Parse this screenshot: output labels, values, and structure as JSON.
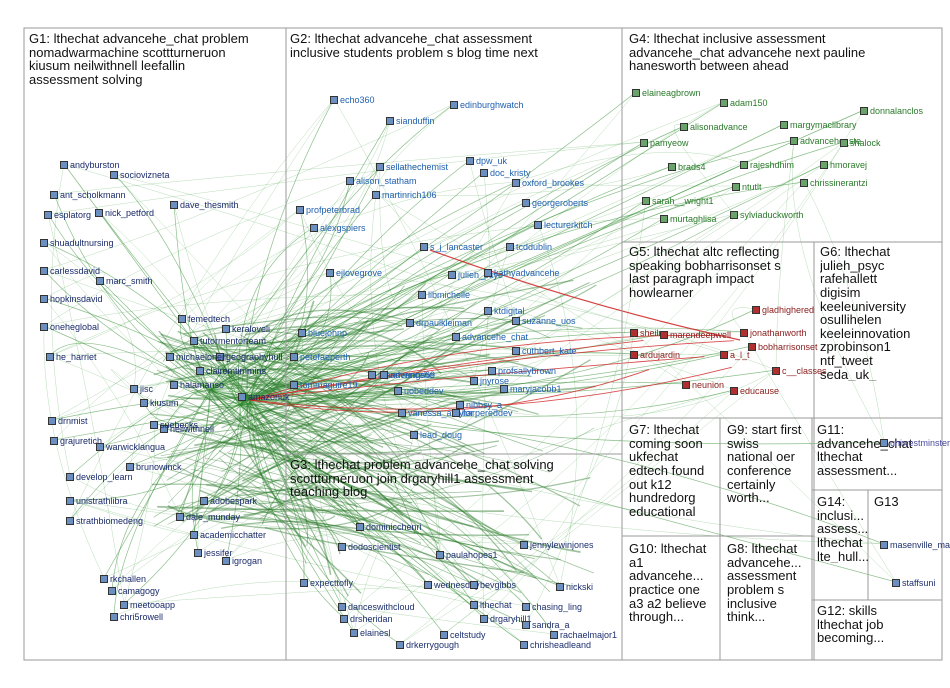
{
  "groups": [
    {
      "id": "G1",
      "label": "G1: lthechat advancehe_chat problem\nnomadwarmachine scottturneruon\nkiusum neilwithnell leefallin\nassessment solving"
    },
    {
      "id": "G2",
      "label": "G2: lthechat advancehe_chat assessment\ninclusive students problem s blog time next"
    },
    {
      "id": "G3",
      "label": "G3: lthechat problem advancehe_chat solving\nscottturneruon join drgaryhill1 assessment\nteaching blog"
    },
    {
      "id": "G4",
      "label": "G4: lthechat inclusive assessment\nadvancehe_chat advancehe next pauline\nhanesworth between ahead"
    },
    {
      "id": "G5",
      "label": "G5: lthechat altc reflecting\nspeaking bobharrisonset s\nlast paragraph impact\nhowlearner"
    },
    {
      "id": "G6",
      "label": "G6: lthechat\njulieh_psyc\nrafehallett\ndigisim\nkeeleuniversity\nosullihelen\nkeeleinnovation\nzprobinson1\nntf_tweet\nseda_uk_"
    },
    {
      "id": "G7",
      "label": "G7: lthechat\ncoming soon\nukfechat\nedtech found\nout k12\nhundredorg\neducational"
    },
    {
      "id": "G8",
      "label": "G8: lthechat\nadvancehe...\nassessment\nproblem s\ninclusive\nthink..."
    },
    {
      "id": "G9",
      "label": "G9: start first\nswiss\nnational oer\nconference\ncertainly\nworth..."
    },
    {
      "id": "G10",
      "label": "G10: lthechat\na1\nadvancehe...\npractice one\na3 a2 believe\nthrough..."
    },
    {
      "id": "G11",
      "label": "G11:\nadvancehe_chat\nlthechat\nassessment..."
    },
    {
      "id": "G12",
      "label": "G12: skills\nlthechat job\nbecoming..."
    },
    {
      "id": "G13",
      "label": "G13"
    },
    {
      "id": "G14",
      "label": "G14:\ninclusi...\nassess...\nlthechat\nlte_hull..."
    }
  ],
  "nodes": [
    {
      "name": "andyburston",
      "group": "G1"
    },
    {
      "name": "sociovizneta",
      "group": "G1"
    },
    {
      "name": "ant_scholkmann",
      "group": "G1"
    },
    {
      "name": "esplatorg",
      "group": "G1"
    },
    {
      "name": "nick_petford",
      "group": "G1"
    },
    {
      "name": "dave_thesmith",
      "group": "G1"
    },
    {
      "name": "shuadultnursing",
      "group": "G1"
    },
    {
      "name": "carlessdavid",
      "group": "G1"
    },
    {
      "name": "marc_smith",
      "group": "G1"
    },
    {
      "name": "hopkinsdavid",
      "group": "G1"
    },
    {
      "name": "oneheglobal",
      "group": "G1"
    },
    {
      "name": "he_harriet",
      "group": "G1"
    },
    {
      "name": "drnmist",
      "group": "G1"
    },
    {
      "name": "grajuretich",
      "group": "G1"
    },
    {
      "name": "develop_learn",
      "group": "G1"
    },
    {
      "name": "unistrathlibra",
      "group": "G1"
    },
    {
      "name": "strathbiomedeng",
      "group": "G1"
    },
    {
      "name": "rkchallen",
      "group": "G1"
    },
    {
      "name": "camagogy",
      "group": "G1"
    },
    {
      "name": "meetooapp",
      "group": "G1"
    },
    {
      "name": "chri5rowell",
      "group": "G1"
    },
    {
      "name": "jisc",
      "group": "G1"
    },
    {
      "name": "kiusum",
      "group": "G1"
    },
    {
      "name": "amazonuk",
      "group": "G1"
    },
    {
      "name": "neilwithnell",
      "group": "G1"
    },
    {
      "name": "tutormentorteam",
      "group": "G1"
    },
    {
      "name": "geographyhull",
      "group": "G1"
    },
    {
      "name": "femedtech",
      "group": "G1"
    },
    {
      "name": "keraloveli",
      "group": "G1"
    },
    {
      "name": "dale_munday",
      "group": "G1"
    },
    {
      "name": "jessifer",
      "group": "G1"
    },
    {
      "name": "igrogan",
      "group": "G1"
    },
    {
      "name": "academicchatter",
      "group": "G1"
    },
    {
      "name": "adobespark",
      "group": "G1"
    },
    {
      "name": "brunowinck",
      "group": "G1"
    },
    {
      "name": "warwicklangua",
      "group": "G1"
    },
    {
      "name": "michaeloneill",
      "group": "G1"
    },
    {
      "name": "clairemtimmins",
      "group": "G1"
    },
    {
      "name": "halamanso",
      "group": "G1"
    },
    {
      "name": "suebecks",
      "group": "G1"
    },
    {
      "name": "echo360",
      "group": "G2"
    },
    {
      "name": "edinburghwatch",
      "group": "G2"
    },
    {
      "name": "sianduffin",
      "group": "G2"
    },
    {
      "name": "sellathechemist",
      "group": "G2"
    },
    {
      "name": "alison_statham",
      "group": "G2"
    },
    {
      "name": "dpw_uk",
      "group": "G2"
    },
    {
      "name": "doc_kristy",
      "group": "G2"
    },
    {
      "name": "oxford_brookes",
      "group": "G2"
    },
    {
      "name": "martinrich106",
      "group": "G2"
    },
    {
      "name": "georgeroberts",
      "group": "G2"
    },
    {
      "name": "lecturerkitch",
      "group": "G2"
    },
    {
      "name": "profpeterbrad",
      "group": "G2"
    },
    {
      "name": "alexgspiers",
      "group": "G2"
    },
    {
      "name": "s_j_lancaster",
      "group": "G2"
    },
    {
      "name": "ejlovegrove",
      "group": "G2"
    },
    {
      "name": "julieh_psyc",
      "group": "G2"
    },
    {
      "name": "tcddublin",
      "group": "G2"
    },
    {
      "name": "kathyadvancehe",
      "group": "G2"
    },
    {
      "name": "libmichelle",
      "group": "G2"
    },
    {
      "name": "ktdigital",
      "group": "G2"
    },
    {
      "name": "bluejohnp",
      "group": "G2"
    },
    {
      "name": "drpaulkleiman",
      "group": "G2"
    },
    {
      "name": "advancehe_chat",
      "group": "G2"
    },
    {
      "name": "suzanne_uos",
      "group": "G2"
    },
    {
      "name": "petefaeperth",
      "group": "G2"
    },
    {
      "name": "mannerings69",
      "group": "G2"
    },
    {
      "name": "cuthbert_kate",
      "group": "G2"
    },
    {
      "name": "tommaguire19",
      "group": "G2"
    },
    {
      "name": "advancehe",
      "group": "G2"
    },
    {
      "name": "jnyrose",
      "group": "G2"
    },
    {
      "name": "profsallybrown",
      "group": "G2"
    },
    {
      "name": "uobeddev",
      "group": "G2"
    },
    {
      "name": "nibbsy_a",
      "group": "G2"
    },
    {
      "name": "maryjacobb1",
      "group": "G2"
    },
    {
      "name": "vanessa_ataylor",
      "group": "G2"
    },
    {
      "name": "harpereddev",
      "group": "G2"
    },
    {
      "name": "lead_doug",
      "group": "G2"
    },
    {
      "name": "elaineagbrown",
      "group": "G4"
    },
    {
      "name": "adam150",
      "group": "G4"
    },
    {
      "name": "donnalanclos",
      "group": "G4"
    },
    {
      "name": "margymaclibrary",
      "group": "G4"
    },
    {
      "name": "alisonadvance",
      "group": "G4"
    },
    {
      "name": "pamyeow",
      "group": "G4"
    },
    {
      "name": "advancehe_ste",
      "group": "G4"
    },
    {
      "name": "shalock",
      "group": "G4"
    },
    {
      "name": "brads4",
      "group": "G4"
    },
    {
      "name": "rajeshdhim",
      "group": "G4"
    },
    {
      "name": "hmoravej",
      "group": "G4"
    },
    {
      "name": "ntutlt",
      "group": "G4"
    },
    {
      "name": "chrissinerantzi",
      "group": "G4"
    },
    {
      "name": "sarah__wright1",
      "group": "G4"
    },
    {
      "name": "murtaghlisa",
      "group": "G4"
    },
    {
      "name": "sylviaduckworth",
      "group": "G4"
    },
    {
      "name": "sheilm",
      "group": "G5"
    },
    {
      "name": "marendeepwell",
      "group": "G5"
    },
    {
      "name": "jonathanworth",
      "group": "G5"
    },
    {
      "name": "bobharrisonset",
      "group": "G5"
    },
    {
      "name": "a_l_t",
      "group": "G5"
    },
    {
      "name": "c__classes",
      "group": "G5"
    },
    {
      "name": "ardujardin",
      "group": "G5"
    },
    {
      "name": "neunion",
      "group": "G5"
    },
    {
      "name": "educause",
      "group": "G5"
    },
    {
      "name": "gladhighered",
      "group": "G5"
    },
    {
      "name": "dominicchenri",
      "group": "G3"
    },
    {
      "name": "dodoscientist",
      "group": "G3"
    },
    {
      "name": "expecttofly",
      "group": "G3"
    },
    {
      "name": "paulahopes1",
      "group": "G3"
    },
    {
      "name": "jennylewinjones",
      "group": "G3"
    },
    {
      "name": "wednesday",
      "group": "G3"
    },
    {
      "name": "bevgibbs",
      "group": "G3"
    },
    {
      "name": "nickski",
      "group": "G3"
    },
    {
      "name": "danceswithcloud",
      "group": "G3"
    },
    {
      "name": "lthechat",
      "group": "G3"
    },
    {
      "name": "chasing_ling",
      "group": "G3"
    },
    {
      "name": "drsheridan",
      "group": "G3"
    },
    {
      "name": "drgaryhill1",
      "group": "G3"
    },
    {
      "name": "sandra_a",
      "group": "G3"
    },
    {
      "name": "elainesl",
      "group": "G3"
    },
    {
      "name": "celtstudy",
      "group": "G3"
    },
    {
      "name": "rachaelmajor1",
      "group": "G3"
    },
    {
      "name": "drkerrygough",
      "group": "G3"
    },
    {
      "name": "chrisheadleand",
      "group": "G3"
    },
    {
      "name": "uniwestminster",
      "group": "G11"
    },
    {
      "name": "masenville_ma",
      "group": "G13"
    },
    {
      "name": "staffsuni",
      "group": "G13"
    }
  ]
}
